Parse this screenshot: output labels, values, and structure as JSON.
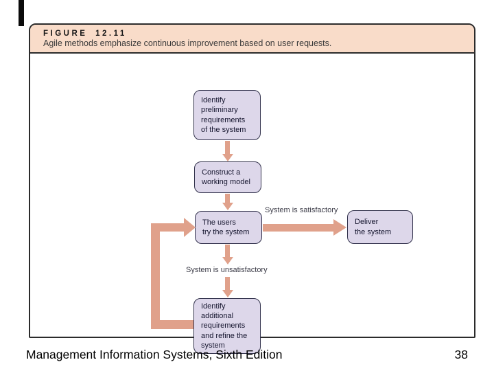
{
  "figure": {
    "label": "FIGURE 12.11",
    "caption": "Agile methods emphasize continuous improvement based on user requests.",
    "nodes": [
      {
        "id": "identify-preliminary",
        "text": "Identify\npreliminary\nrequirements\nof the system"
      },
      {
        "id": "construct-model",
        "text": "Construct a\nworking model"
      },
      {
        "id": "users-try",
        "text": "The users\ntry the system"
      },
      {
        "id": "deliver",
        "text": "Deliver\nthe system"
      },
      {
        "id": "identify-additional",
        "text": "Identify\nadditional\nrequirements\nand refine the\nsystem"
      }
    ],
    "edge_labels": {
      "satisfactory": "System is satisfactory",
      "unsatisfactory": "System is unsatisfactory"
    },
    "colors": {
      "header_bg": "#f9dcc9",
      "node_fill": "#ddd7ea",
      "node_border": "#32324c",
      "arrow": "#e0a18b",
      "panel_border": "#2b2b2b"
    }
  },
  "footer": {
    "course_title": "Management Information Systems, Sixth Edition",
    "page_number": "38"
  }
}
